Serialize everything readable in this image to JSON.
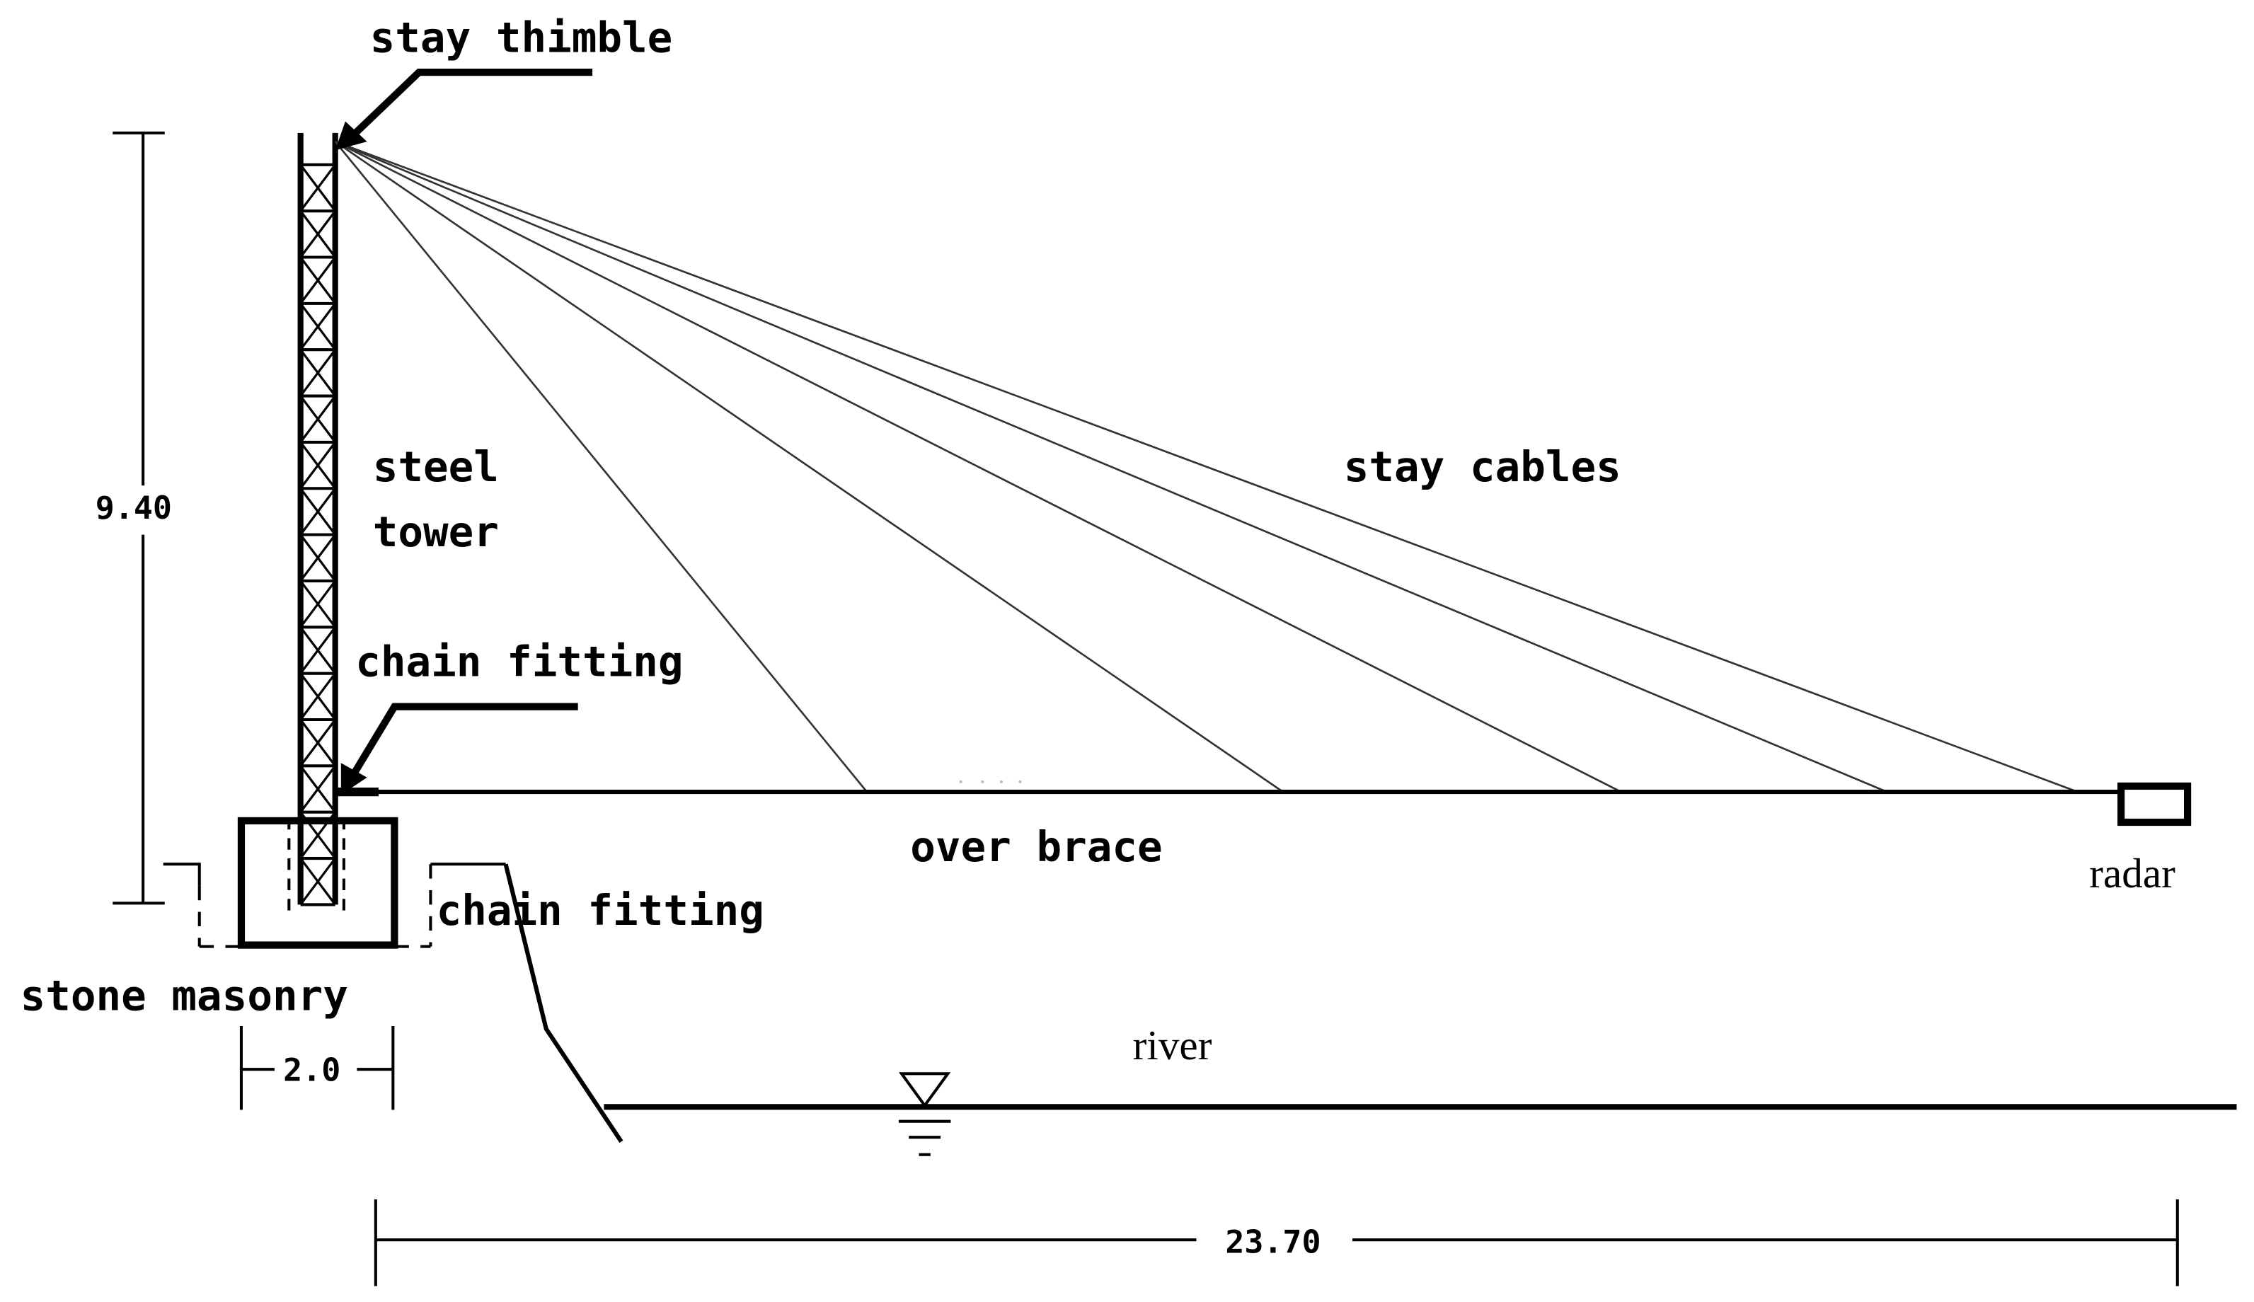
{
  "labels": {
    "stay_thimble": "stay thimble",
    "steel": "steel",
    "tower": "tower",
    "stay_cables": "stay cables",
    "chain_fitting_upper": "chain fitting",
    "over_brace": "over brace",
    "radar": "radar",
    "chain_fitting_lower": "chain fitting",
    "stone_masonry": "stone masonry",
    "river": "river"
  },
  "dimensions": {
    "tower_height": "9.40",
    "foundation_width": "2.0",
    "span": "23.70"
  },
  "colors": {
    "line": "#000000",
    "cable": "#333333",
    "background": "#ffffff"
  },
  "icons": {
    "water_level": "water-level-triangle-icon"
  }
}
